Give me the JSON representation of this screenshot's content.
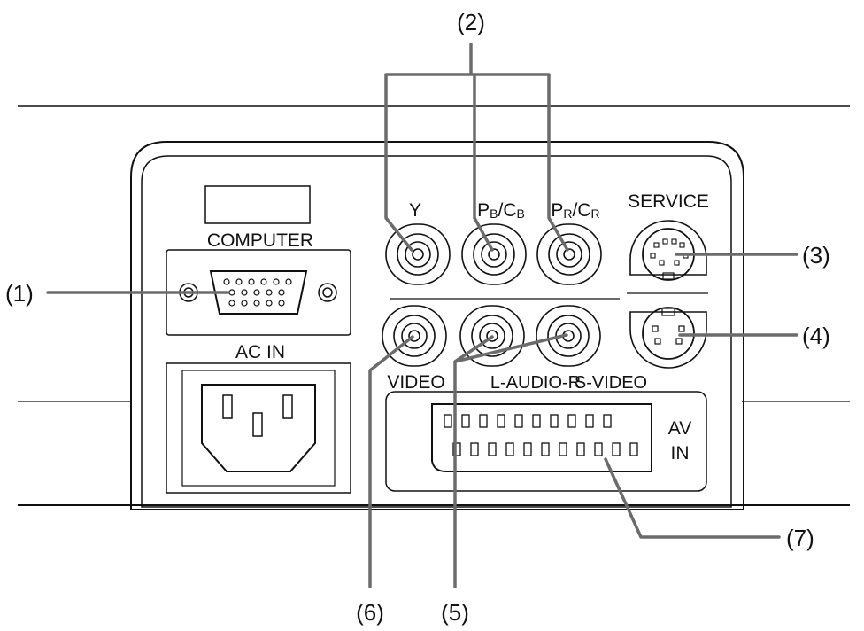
{
  "callouts": {
    "c1": "(1)",
    "c2": "(2)",
    "c3": "(3)",
    "c4": "(4)",
    "c5": "(5)",
    "c6": "(6)",
    "c7": "(7)"
  },
  "panel_labels": {
    "computer": "COMPUTER",
    "ac_in": "AC IN",
    "y": "Y",
    "pb_main": "P",
    "pb_sub": "B",
    "pb_sep": "/C",
    "cb_sub": "B",
    "pr_main": "P",
    "pr_sub": "R",
    "pr_sep": "/C",
    "cr_sub": "R",
    "service": "SERVICE",
    "video": "VIDEO",
    "audio": "L-AUDIO-R",
    "s_video": "S-VIDEO",
    "av": "AV",
    "in": "IN"
  },
  "colors": {
    "stroke": "#111111",
    "leader": "#6b6b6b",
    "panel_fill": "#f4f4f4",
    "background": "#ffffff"
  }
}
